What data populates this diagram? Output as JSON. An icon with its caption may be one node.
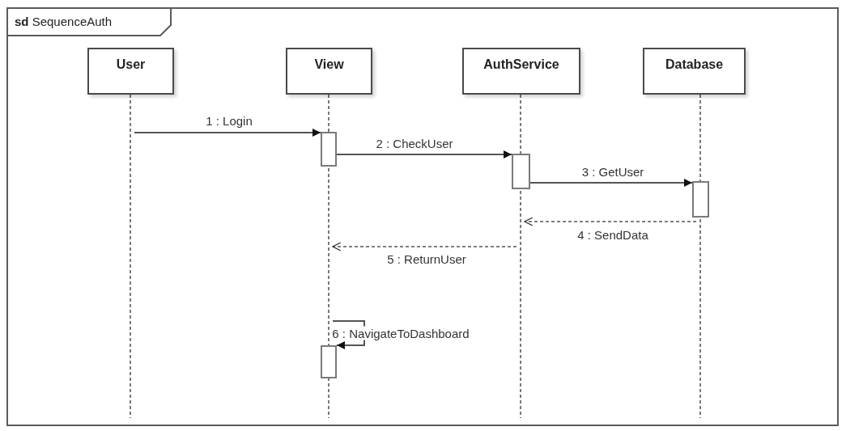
{
  "diagram": {
    "nodes": [
      {
        "text": [
          "**sd** SequenceAuth"
        ]
      },
      {
        "text": [
          "User"
        ],
        "in": 0
      },
      {
        "text": [
          "View"
        ],
        "in": 0
      },
      {
        "text": [
          "AuthService"
        ],
        "in": 0
      },
      {
        "text": [
          "Database"
        ],
        "in": 0
      },
      {
        "text": [],
        "shape": "line",
        "in": 0
      },
      {
        "text": [],
        "shape": "line",
        "in": 0
      },
      {
        "text": [],
        "shape": "line",
        "in": 0
      },
      {
        "text": [],
        "shape": "line",
        "in": 0
      },
      {
        "text": [],
        "shape": "bar",
        "in": 0
      },
      {
        "text": [],
        "shape": "bar",
        "in": 0
      },
      {
        "text": [],
        "shape": "bar",
        "in": 0
      },
      {
        "text": [],
        "shape": "bar",
        "in": 0
      }
    ],
    "edges": [
      {
        "from": 5,
        "to": 9,
        "arrow": "to",
        "label": "1 : Login"
      },
      {
        "from": 9,
        "to": 10,
        "arrow": "to",
        "label": "2 : CheckUser"
      },
      {
        "from": 10,
        "to": 11,
        "arrow": "to",
        "label": "3 : GetUser"
      },
      {
        "from": 8,
        "to": 7,
        "arrow": "to",
        "label": "4 : SendData",
        "style": "dashed"
      },
      {
        "from": 7,
        "to": 6,
        "arrow": "to",
        "label": "5 : ReturnUser",
        "style": "dashed"
      },
      {
        "from": 6,
        "to": 12,
        "arrow": "to",
        "label": "6 : NavigateToDashboard"
      }
    ]
  }
}
